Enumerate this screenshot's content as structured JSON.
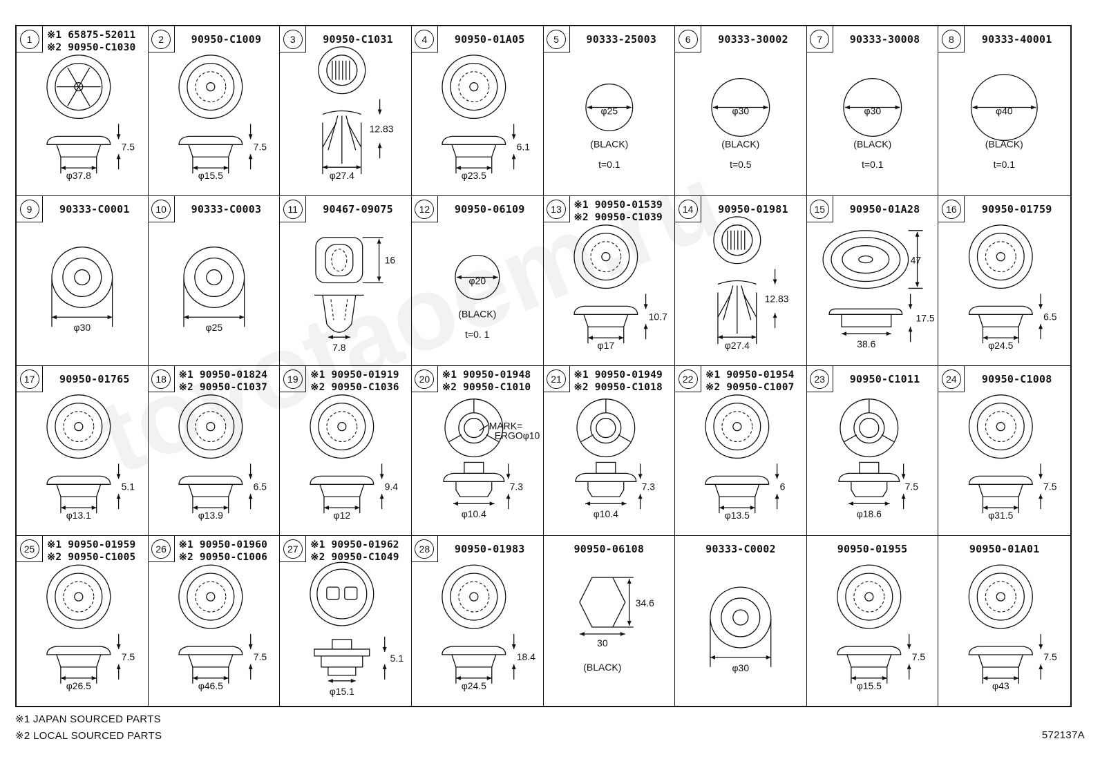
{
  "watermark": "toyotaoem.ru",
  "footer": {
    "note1": "※1 JAPAN SOURCED PARTS",
    "note2": "※2 LOCAL SOURCED PARTS",
    "figure_id": "572137A"
  },
  "cells": [
    {
      "num": "1",
      "parts": [
        "※1 65875-52011",
        "※2 90950-C1030"
      ],
      "type": "ribbed",
      "dims": [
        "φ37.8",
        "7.5"
      ]
    },
    {
      "num": "2",
      "parts": [
        "90950-C1009"
      ],
      "type": "plug",
      "dims": [
        "φ15.5",
        "7.5"
      ]
    },
    {
      "num": "3",
      "parts": [
        "90950-C1031"
      ],
      "type": "clip",
      "dims": [
        "φ27.4",
        "12.83"
      ]
    },
    {
      "num": "4",
      "parts": [
        "90950-01A05"
      ],
      "type": "plug",
      "dims": [
        "φ23.5",
        "6.1"
      ]
    },
    {
      "num": "5",
      "parts": [
        "90333-25003"
      ],
      "type": "seal",
      "dims": [
        "φ25",
        "(BLACK)",
        "t=0.1"
      ]
    },
    {
      "num": "6",
      "parts": [
        "90333-30002"
      ],
      "type": "seal",
      "dims": [
        "φ30",
        "(BLACK)",
        "t=0.5"
      ]
    },
    {
      "num": "7",
      "parts": [
        "90333-30008"
      ],
      "type": "seal",
      "dims": [
        "φ30",
        "(BLACK)",
        "t=0.1"
      ]
    },
    {
      "num": "8",
      "parts": [
        "90333-40001"
      ],
      "type": "seal",
      "dims": [
        "φ40",
        "(BLACK)",
        "t=0.1"
      ]
    },
    {
      "num": "9",
      "parts": [
        "90333-C0001"
      ],
      "type": "rings",
      "dims": [
        "φ30"
      ]
    },
    {
      "num": "10",
      "parts": [
        "90333-C0003"
      ],
      "type": "rings",
      "dims": [
        "φ25"
      ]
    },
    {
      "num": "11",
      "parts": [
        "90467-09075"
      ],
      "type": "squareclip",
      "dims": [
        "16",
        "7.8"
      ]
    },
    {
      "num": "12",
      "parts": [
        "90950-06109"
      ],
      "type": "seal",
      "dims": [
        "φ20",
        "(BLACK)",
        "t=0. 1"
      ]
    },
    {
      "num": "13",
      "parts": [
        "※1 90950-01539",
        "※2 90950-C1039"
      ],
      "type": "plug",
      "dims": [
        "φ17",
        "10.7"
      ]
    },
    {
      "num": "14",
      "parts": [
        "90950-01981"
      ],
      "type": "clip",
      "dims": [
        "φ27.4",
        "12.83"
      ]
    },
    {
      "num": "15",
      "parts": [
        "90950-01A28"
      ],
      "type": "oval",
      "dims": [
        "47",
        "38.6",
        "17.5"
      ]
    },
    {
      "num": "16",
      "parts": [
        "90950-01759"
      ],
      "type": "plug",
      "dims": [
        "φ24.5",
        "6.5"
      ]
    },
    {
      "num": "17",
      "parts": [
        "90950-01765"
      ],
      "type": "plug",
      "dims": [
        "φ13.1",
        "5.1"
      ]
    },
    {
      "num": "18",
      "parts": [
        "※1 90950-01824",
        "※2 90950-C1037"
      ],
      "type": "plug",
      "dims": [
        "φ13.9",
        "6.5"
      ]
    },
    {
      "num": "19",
      "parts": [
        "※1 90950-01919",
        "※2 90950-C1036"
      ],
      "type": "plug",
      "dims": [
        "φ12",
        "9.4"
      ]
    },
    {
      "num": "20",
      "parts": [
        "※1 90950-01948",
        "※2 90950-C1010"
      ],
      "type": "slotted",
      "dims": [
        "φ10.4",
        "7.3",
        "MARK=",
        "ERGOφ10"
      ]
    },
    {
      "num": "21",
      "parts": [
        "※1 90950-01949",
        "※2 90950-C1018"
      ],
      "type": "slotted",
      "dims": [
        "φ10.4",
        "7.3"
      ]
    },
    {
      "num": "22",
      "parts": [
        "※1 90950-01954",
        "※2 90950-C1007"
      ],
      "type": "plug",
      "dims": [
        "φ13.5",
        "6"
      ]
    },
    {
      "num": "23",
      "parts": [
        "90950-C1011"
      ],
      "type": "slotted",
      "dims": [
        "φ18.6",
        "7.5"
      ]
    },
    {
      "num": "24",
      "parts": [
        "90950-C1008"
      ],
      "type": "plug",
      "dims": [
        "φ31.5",
        "7.5"
      ]
    },
    {
      "num": "25",
      "parts": [
        "※1 90950-01959",
        "※2 90950-C1005"
      ],
      "type": "plug",
      "dims": [
        "φ26.5",
        "7.5"
      ]
    },
    {
      "num": "26",
      "parts": [
        "※1 90950-01960",
        "※2 90950-C1006"
      ],
      "type": "plug",
      "dims": [
        "φ46.5",
        "7.5"
      ]
    },
    {
      "num": "27",
      "parts": [
        "※1 90950-01962",
        "※2 90950-C1049"
      ],
      "type": "capclip",
      "dims": [
        "φ15.1",
        "5.1"
      ]
    },
    {
      "num": "28",
      "parts": [
        "90950-01983"
      ],
      "type": "plug",
      "dims": [
        "φ24.5",
        "18.4"
      ]
    },
    {
      "num": "",
      "parts": [
        "90950-06108"
      ],
      "type": "hex",
      "dims": [
        "34.6",
        "30",
        "(BLACK)"
      ]
    },
    {
      "num": "",
      "parts": [
        "90333-C0002"
      ],
      "type": "rings",
      "dims": [
        "φ30"
      ]
    },
    {
      "num": "",
      "parts": [
        "90950-01955"
      ],
      "type": "plug",
      "dims": [
        "φ15.5",
        "7.5"
      ]
    },
    {
      "num": "",
      "parts": [
        "90950-01A01"
      ],
      "type": "plug",
      "dims": [
        "φ43",
        "7.5"
      ]
    }
  ]
}
